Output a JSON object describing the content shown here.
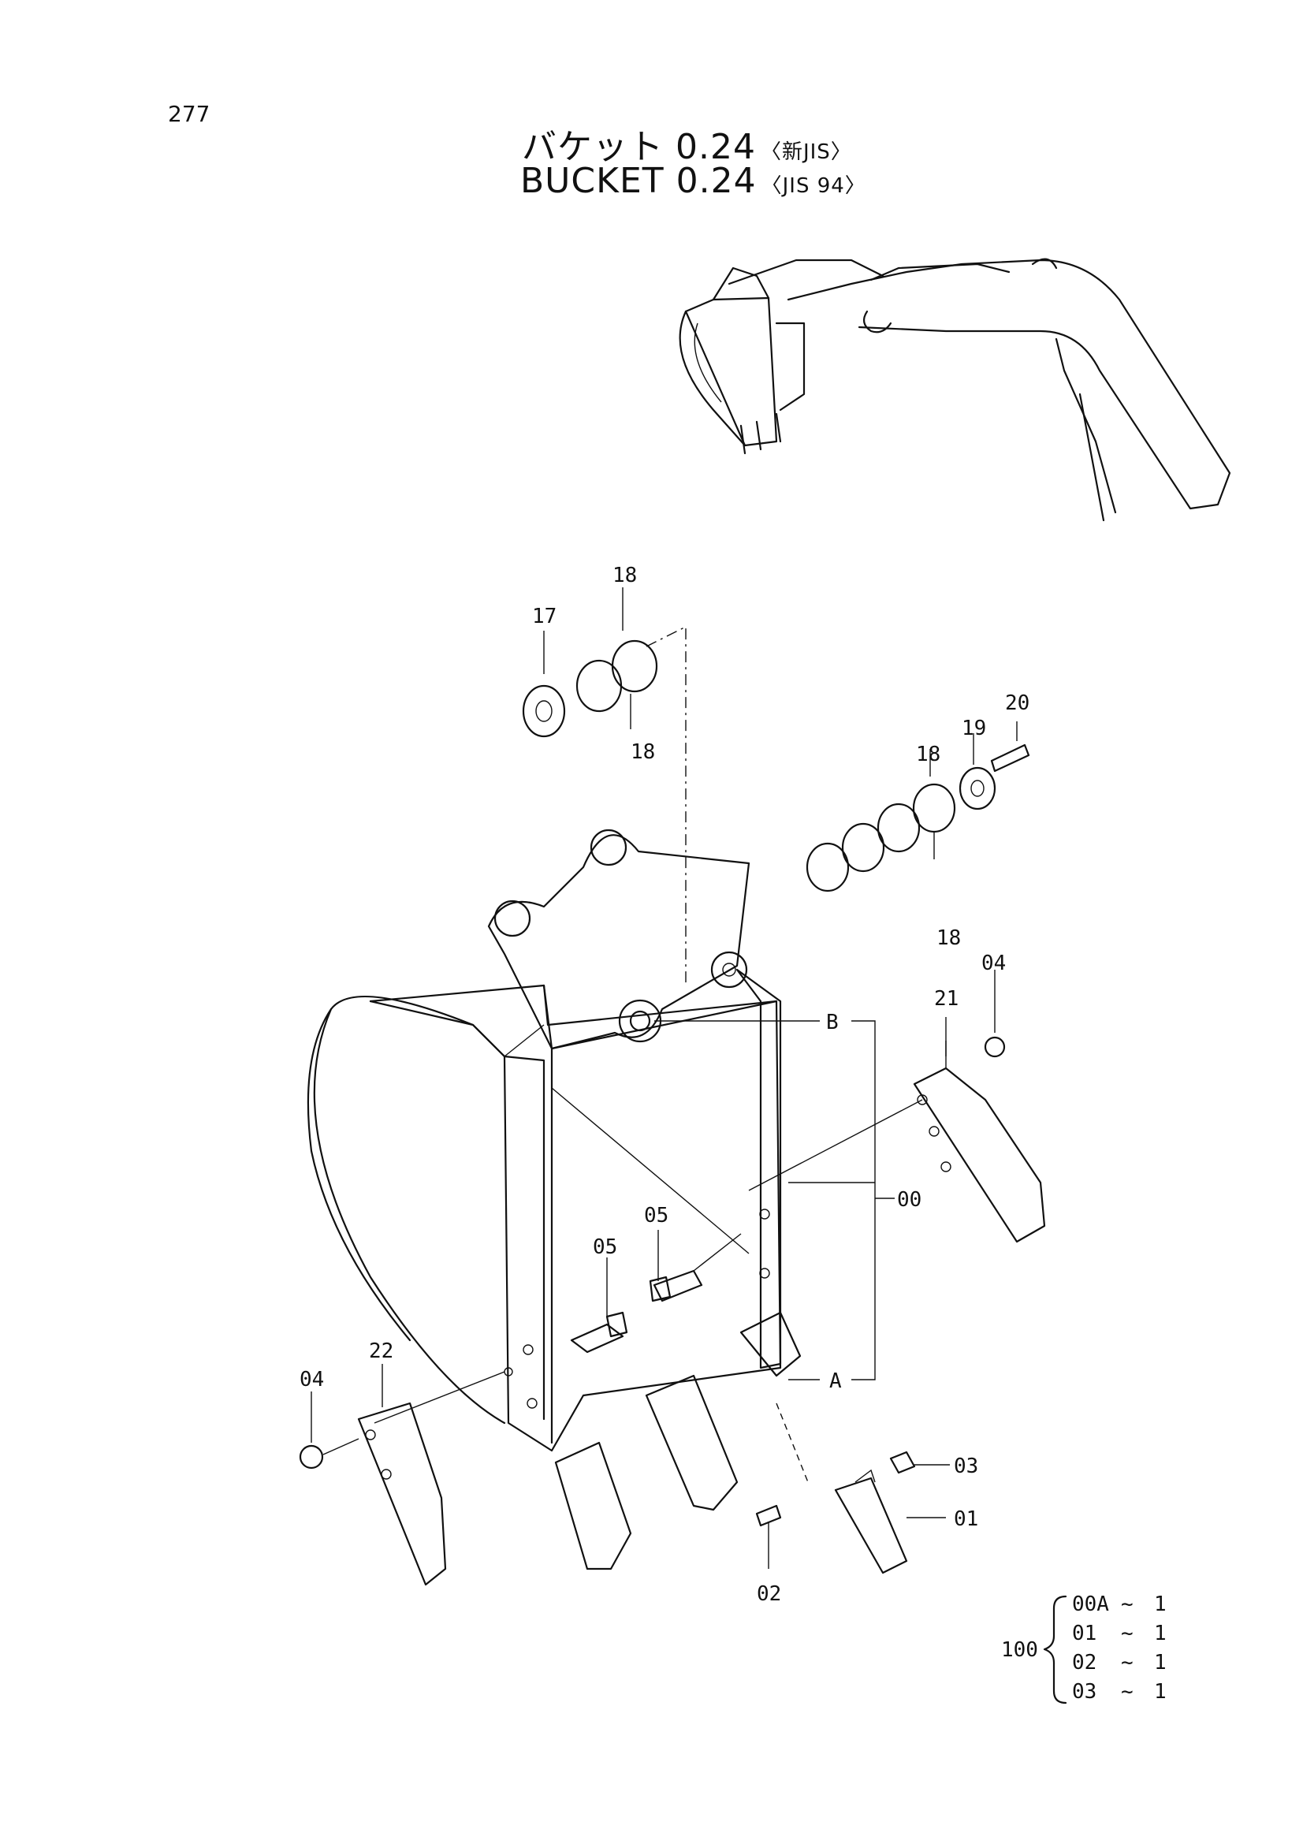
{
  "page_number": "277",
  "title": {
    "jp_main": "バケット 0.24",
    "jp_sub": "〈新JIS〉",
    "en_main": "BUCKET  0.24",
    "en_sub": "〈JIS 94〉"
  },
  "callouts": {
    "p00": "00",
    "p01": "01",
    "p02": "02",
    "p03": "03",
    "p04a": "04",
    "p04b": "04",
    "p05a": "05",
    "p05b": "05",
    "p17": "17",
    "p18a": "18",
    "p18b": "18",
    "p18c": "18",
    "p18d": "18",
    "p19": "19",
    "p20": "20",
    "p21": "21",
    "p22": "22",
    "refA": "A",
    "refB": "B"
  },
  "kit": {
    "number": "100",
    "items": [
      {
        "part": "00A",
        "sep": "~",
        "qty": "1"
      },
      {
        "part": "01",
        "sep": "~",
        "qty": "1"
      },
      {
        "part": "02",
        "sep": "~",
        "qty": "1"
      },
      {
        "part": "03",
        "sep": "~",
        "qty": "1"
      }
    ]
  }
}
